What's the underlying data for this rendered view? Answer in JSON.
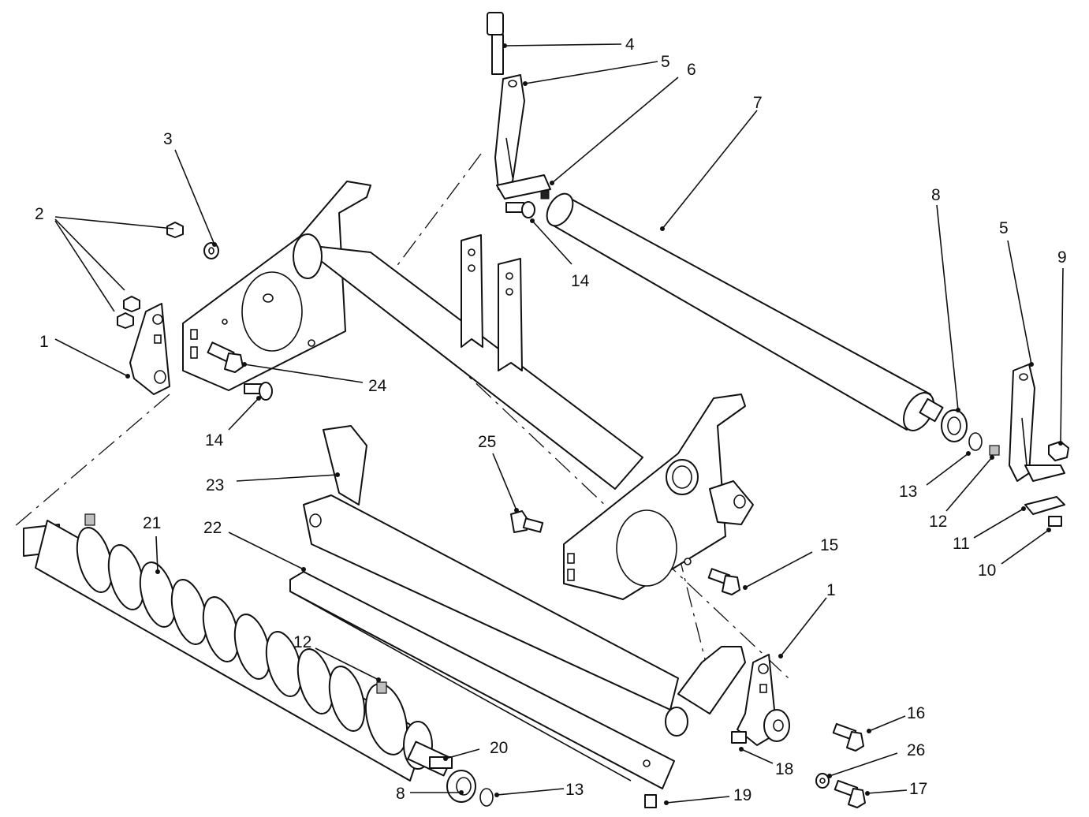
{
  "callouts": [
    {
      "id": "c1a",
      "label": "1"
    },
    {
      "id": "c1b",
      "label": "1"
    },
    {
      "id": "c2",
      "label": "2"
    },
    {
      "id": "c3",
      "label": "3"
    },
    {
      "id": "c4",
      "label": "4"
    },
    {
      "id": "c5a",
      "label": "5"
    },
    {
      "id": "c5b",
      "label": "5"
    },
    {
      "id": "c6",
      "label": "6"
    },
    {
      "id": "c7",
      "label": "7"
    },
    {
      "id": "c8a",
      "label": "8"
    },
    {
      "id": "c8b",
      "label": "8"
    },
    {
      "id": "c9",
      "label": "9"
    },
    {
      "id": "c10",
      "label": "10"
    },
    {
      "id": "c11",
      "label": "11"
    },
    {
      "id": "c12a",
      "label": "12"
    },
    {
      "id": "c12b",
      "label": "12"
    },
    {
      "id": "c13a",
      "label": "13"
    },
    {
      "id": "c13b",
      "label": "13"
    },
    {
      "id": "c14a",
      "label": "14"
    },
    {
      "id": "c14b",
      "label": "14"
    },
    {
      "id": "c15",
      "label": "15"
    },
    {
      "id": "c16",
      "label": "16"
    },
    {
      "id": "c17",
      "label": "17"
    },
    {
      "id": "c18",
      "label": "18"
    },
    {
      "id": "c19",
      "label": "19"
    },
    {
      "id": "c20",
      "label": "20"
    },
    {
      "id": "c21",
      "label": "21"
    },
    {
      "id": "c22",
      "label": "22"
    },
    {
      "id": "c23",
      "label": "23"
    },
    {
      "id": "c24",
      "label": "24"
    },
    {
      "id": "c25",
      "label": "25"
    },
    {
      "id": "c26",
      "label": "26"
    }
  ]
}
